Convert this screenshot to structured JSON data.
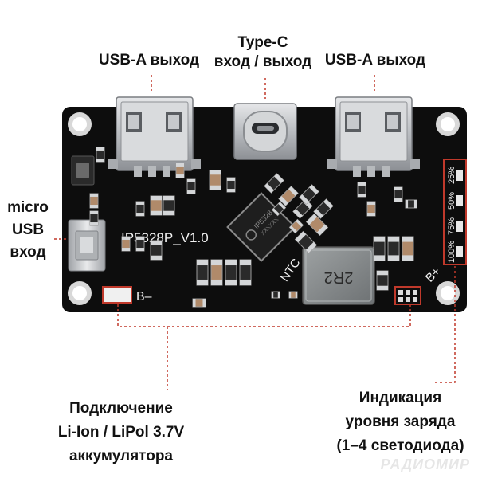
{
  "callouts": {
    "usb_a_left": "USB-A выход",
    "type_c_line1": "Type-C",
    "type_c_line2": "вход / выход",
    "usb_a_right": "USB-A выход",
    "micro_usb_line1": "micro",
    "micro_usb_line2": "USB",
    "micro_usb_line3": "вход",
    "battery_line1": "Подключение",
    "battery_line2": "Li-Ion / LiPol 3.7V",
    "battery_line3": "аккумулятора",
    "indicator_line1": "Индикация",
    "indicator_line2": "уровня заряда",
    "indicator_line3": "(1–4 светодиода)"
  },
  "board": {
    "chip_label": "IP5328P_V1.0",
    "chip_marking_1": "IP5328",
    "chip_marking_2": "XXXXXX",
    "inductor_label": "2R2",
    "ntc_label": "NTC",
    "b_minus_label": "B–",
    "b_plus_label": "B+",
    "led_levels": [
      "25%",
      "50%",
      "75%",
      "100%"
    ]
  },
  "watermark": "РАДИОМИР",
  "colors": {
    "pcb": "#0d0d0d",
    "silkscreen": "#f2f2f2",
    "callout_line": "#c0392b",
    "metal": "#c9cbce"
  }
}
